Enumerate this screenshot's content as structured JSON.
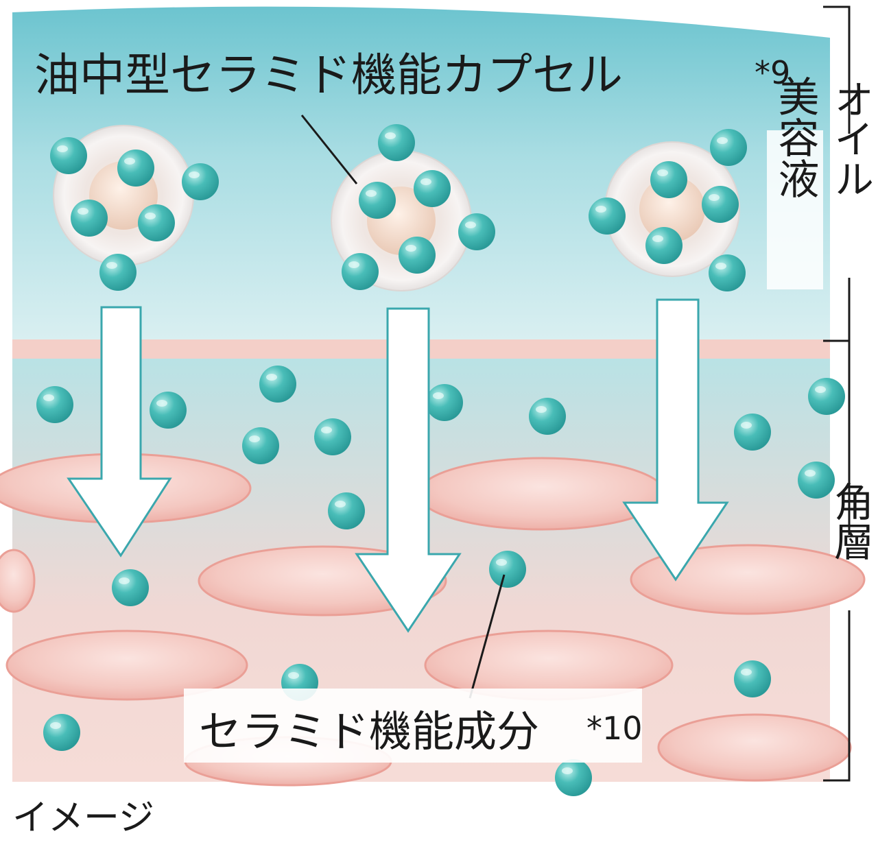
{
  "title": "油中型セラミド機能カプセル",
  "title_note": "*9",
  "label_oil_serum": "美容液",
  "label_oil": "オイル",
  "label_stratum": "角層",
  "label_ceramide": "セラミド機能成分",
  "label_ceramide_note": "*10",
  "caption": "イメージ",
  "colors": {
    "teal_top": "#6cc4cf",
    "teal_light": "#cfe9ec",
    "pink_layer": "#f6d7d2",
    "pink_cell": "#f1bcb5",
    "sphere": "#3fb3b0",
    "arrow_stroke": "#3aa7ad"
  }
}
